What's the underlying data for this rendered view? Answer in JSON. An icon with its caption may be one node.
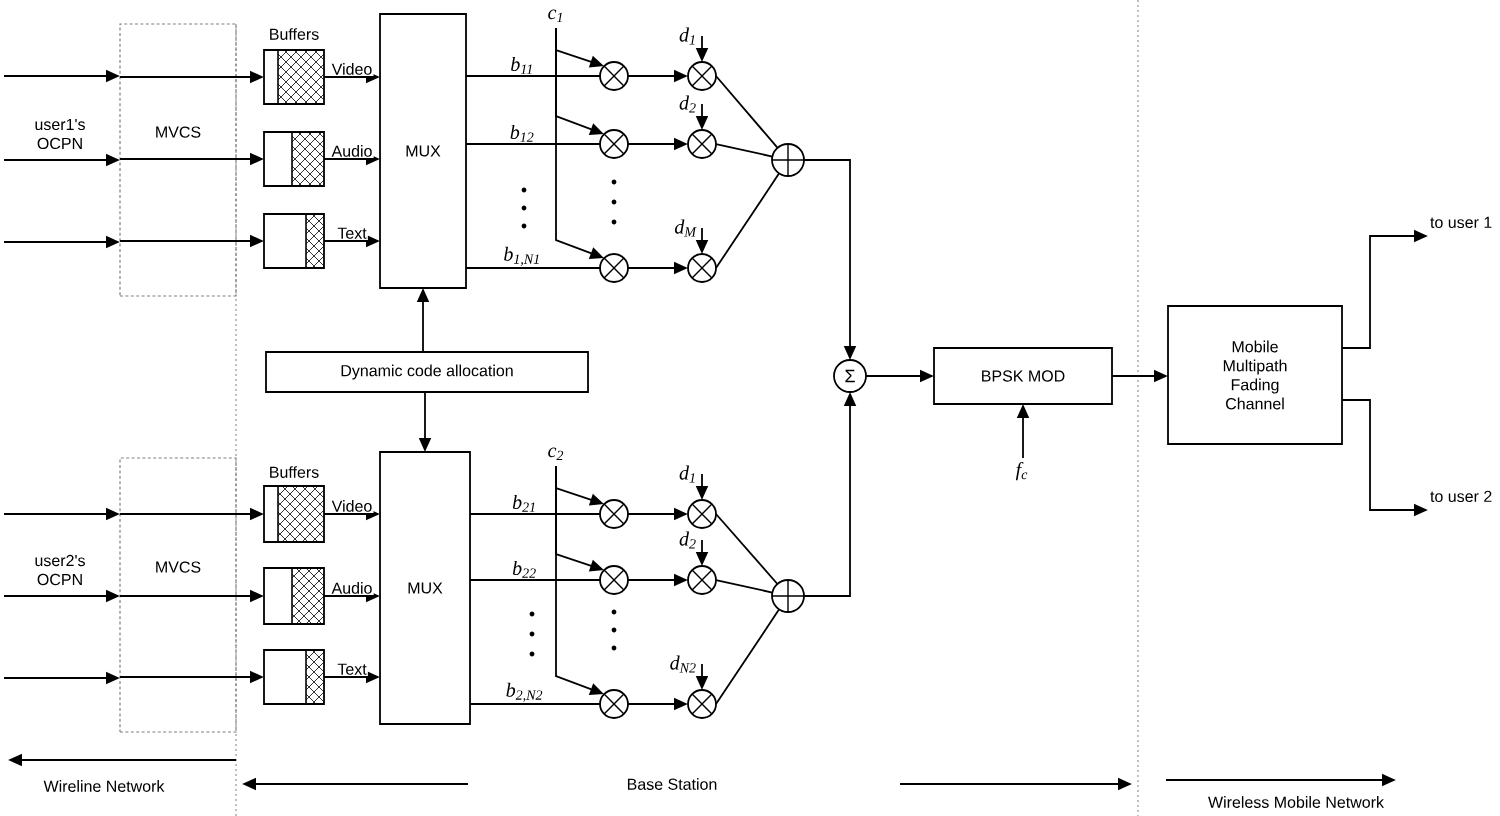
{
  "diagram": {
    "nodes": [
      {
        "text": [
          "MVCS"
        ]
      },
      {
        "text": [],
        "shape": "box"
      },
      {
        "text": [],
        "shape": "box"
      },
      {
        "text": [],
        "shape": "box"
      },
      {
        "text": [
          "MUX"
        ]
      },
      {
        "text": [
          "c$_{1}$"
        ]
      },
      {
        "text": [],
        "shape": "circle"
      },
      {
        "text": [],
        "shape": "circle"
      },
      {
        "text": [],
        "shape": "circle"
      },
      {
        "text": [
          "d$_{1}$"
        ]
      },
      {
        "text": [
          "d$_{2}$"
        ]
      },
      {
        "text": [
          "d$_{M}$"
        ]
      },
      {
        "text": [],
        "shape": "circle"
      },
      {
        "text": [],
        "shape": "circle"
      },
      {
        "text": [],
        "shape": "circle"
      },
      {
        "text": [],
        "shape": "circle"
      },
      {
        "text": [
          "Dynamic code allocation"
        ]
      },
      {
        "text": [
          "MVCS"
        ]
      },
      {
        "text": [],
        "shape": "box"
      },
      {
        "text": [],
        "shape": "box"
      },
      {
        "text": [],
        "shape": "box"
      },
      {
        "text": [
          "MUX"
        ]
      },
      {
        "text": [
          "c$_{2}$"
        ]
      },
      {
        "text": [],
        "shape": "circle"
      },
      {
        "text": [],
        "shape": "circle"
      },
      {
        "text": [],
        "shape": "circle"
      },
      {
        "text": [
          "d$_{1}$"
        ]
      },
      {
        "text": [
          "d$_{2}$"
        ]
      },
      {
        "text": [
          "d$_{N2}$"
        ]
      },
      {
        "text": [],
        "shape": "circle"
      },
      {
        "text": [],
        "shape": "circle"
      },
      {
        "text": [],
        "shape": "circle"
      },
      {
        "text": [],
        "shape": "circle"
      },
      {
        "text": [
          "Σ"
        ]
      },
      {
        "text": [
          "BPSK MOD"
        ]
      },
      {
        "text": [
          "f$_{c}$"
        ]
      },
      {
        "text": [
          "Mobile Multipath Fading Channel"
        ]
      },
      {
        "text": [
          "to user 1"
        ]
      },
      {
        "text": [
          "to user 2"
        ]
      }
    ],
    "edges": [
      {
        "from": null,
        "to": 0,
        "arrow": "to"
      },
      {
        "from": null,
        "to": 0,
        "arrow": "to"
      },
      {
        "from": null,
        "to": 0,
        "arrow": "to"
      },
      {
        "from": 0,
        "to": 1,
        "arrow": "to"
      },
      {
        "from": 0,
        "to": 2,
        "arrow": "to"
      },
      {
        "from": 0,
        "to": 3,
        "arrow": "to"
      },
      {
        "from": 1,
        "to": 4,
        "arrow": "to",
        "label": "Video"
      },
      {
        "from": 2,
        "to": 4,
        "arrow": "to",
        "label": "Audio"
      },
      {
        "from": 3,
        "to": 4,
        "arrow": "to",
        "label": "Text"
      },
      {
        "from": 4,
        "to": 6,
        "arrow": "none",
        "label": "b$_{11}$"
      },
      {
        "from": 4,
        "to": 7,
        "arrow": "none",
        "label": "b$_{12}$"
      },
      {
        "from": 4,
        "to": 8,
        "arrow": "none",
        "label": "b$_{1,N1}$"
      },
      {
        "from": 5,
        "to": 6,
        "arrow": "to"
      },
      {
        "from": 5,
        "to": 7,
        "arrow": "to"
      },
      {
        "from": 5,
        "to": 8,
        "arrow": "to"
      },
      {
        "from": 6,
        "to": 12,
        "arrow": "to"
      },
      {
        "from": 7,
        "to": 13,
        "arrow": "to"
      },
      {
        "from": 8,
        "to": 14,
        "arrow": "to"
      },
      {
        "from": 9,
        "to": 12,
        "arrow": "to"
      },
      {
        "from": 10,
        "to": 13,
        "arrow": "to"
      },
      {
        "from": 11,
        "to": 14,
        "arrow": "to"
      },
      {
        "from": 12,
        "to": 15,
        "arrow": "none"
      },
      {
        "from": 13,
        "to": 15,
        "arrow": "none"
      },
      {
        "from": 14,
        "to": 15,
        "arrow": "none"
      },
      {
        "from": 16,
        "to": 4,
        "arrow": "to"
      },
      {
        "from": 16,
        "to": 21,
        "arrow": "to"
      },
      {
        "from": null,
        "to": 17,
        "arrow": "to"
      },
      {
        "from": null,
        "to": 17,
        "arrow": "to"
      },
      {
        "from": null,
        "to": 17,
        "arrow": "to"
      },
      {
        "from": 17,
        "to": 18,
        "arrow": "to"
      },
      {
        "from": 17,
        "to": 19,
        "arrow": "to"
      },
      {
        "from": 17,
        "to": 20,
        "arrow": "to"
      },
      {
        "from": 18,
        "to": 21,
        "arrow": "to",
        "label": "Video"
      },
      {
        "from": 19,
        "to": 21,
        "arrow": "to",
        "label": "Audio"
      },
      {
        "from": 20,
        "to": 21,
        "arrow": "to",
        "label": "Text"
      },
      {
        "from": 21,
        "to": 23,
        "arrow": "none",
        "label": "b$_{21}$"
      },
      {
        "from": 21,
        "to": 24,
        "arrow": "none",
        "label": "b$_{22}$"
      },
      {
        "from": 21,
        "to": 25,
        "arrow": "none",
        "label": "b$_{2,N2}$"
      },
      {
        "from": 22,
        "to": 23,
        "arrow": "to"
      },
      {
        "from": 22,
        "to": 24,
        "arrow": "to"
      },
      {
        "from": 22,
        "to": 25,
        "arrow": "to"
      },
      {
        "from": 23,
        "to": 29,
        "arrow": "to"
      },
      {
        "from": 24,
        "to": 30,
        "arrow": "to"
      },
      {
        "from": 25,
        "to": 31,
        "arrow": "to"
      },
      {
        "from": 26,
        "to": 29,
        "arrow": "to"
      },
      {
        "from": 27,
        "to": 30,
        "arrow": "to"
      },
      {
        "from": 28,
        "to": 31,
        "arrow": "to"
      },
      {
        "from": 29,
        "to": 32,
        "arrow": "none"
      },
      {
        "from": 30,
        "to": 32,
        "arrow": "none"
      },
      {
        "from": 31,
        "to": 32,
        "arrow": "none"
      },
      {
        "from": 15,
        "to": 33,
        "arrow": "to"
      },
      {
        "from": 32,
        "to": 33,
        "arrow": "to"
      },
      {
        "from": 33,
        "to": 34,
        "arrow": "to"
      },
      {
        "from": 35,
        "to": 34,
        "arrow": "to"
      },
      {
        "from": 34,
        "to": 36,
        "arrow": "to"
      },
      {
        "from": 36,
        "to": 37,
        "arrow": "to"
      },
      {
        "from": 36,
        "to": 38,
        "arrow": "to"
      }
    ],
    "labels": [
      "Buffers",
      "user1's OCPN",
      "Buffers",
      "user2's OCPN",
      "Wireline Network",
      "Base Station",
      "Wireless Mobile Network"
    ]
  }
}
